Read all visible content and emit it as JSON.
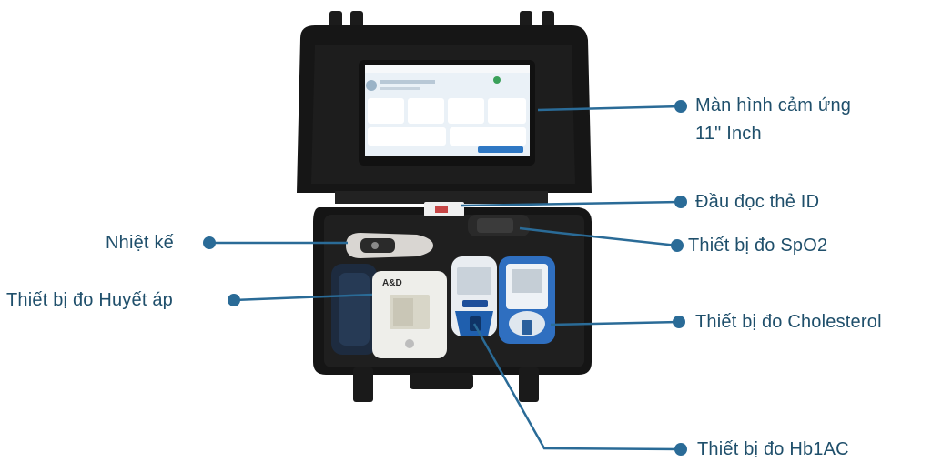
{
  "colors": {
    "callout": "#2a6b97",
    "label_text": "#1f4f6b",
    "case_body": "#141414",
    "foam": "#1c1c1c"
  },
  "callouts": {
    "touchscreen": {
      "line1": "Màn hình cảm ứng",
      "line2": "11\" Inch"
    },
    "id_reader": {
      "label": "Đầu đọc thẻ ID"
    },
    "spo2": {
      "label": "Thiết bị đo SpO2"
    },
    "thermometer": {
      "label": "Nhiệt kế"
    },
    "blood_pressure": {
      "label": "Thiết bị đo Huyết áp"
    },
    "cholesterol": {
      "label": "Thiết bị đo Cholesterol"
    },
    "hba1c": {
      "label": "Thiết bị đo Hb1AC"
    }
  },
  "device_text": {
    "bp_brand": "A&D"
  }
}
